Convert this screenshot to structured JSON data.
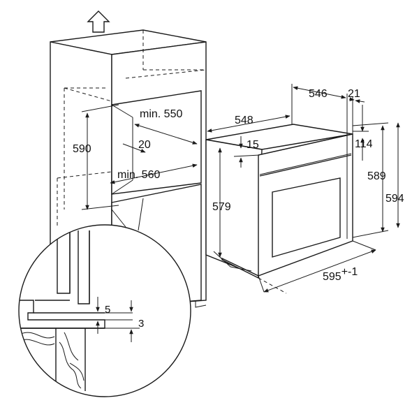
{
  "dimensions": {
    "cabinet_height": "590",
    "min_width": "min. 550",
    "min_depth": "min. 560",
    "gap_20": "20",
    "oven_depth": "548",
    "panel_depth": "546",
    "panel_thickness": "21",
    "top_offset": "15",
    "side_height": "579",
    "front_offset": "114",
    "body_height": "589",
    "total_height": "594",
    "width": "595",
    "width_tolerance": "+-1",
    "detail_gap_5": "5",
    "detail_gap_3": "3"
  },
  "warning_symbol": "!",
  "icons": {
    "arrow": "up-arrow-icon",
    "warning": "warning-triangle-icon"
  },
  "colors": {
    "line": "#1a1a1a",
    "background": "#ffffff"
  }
}
